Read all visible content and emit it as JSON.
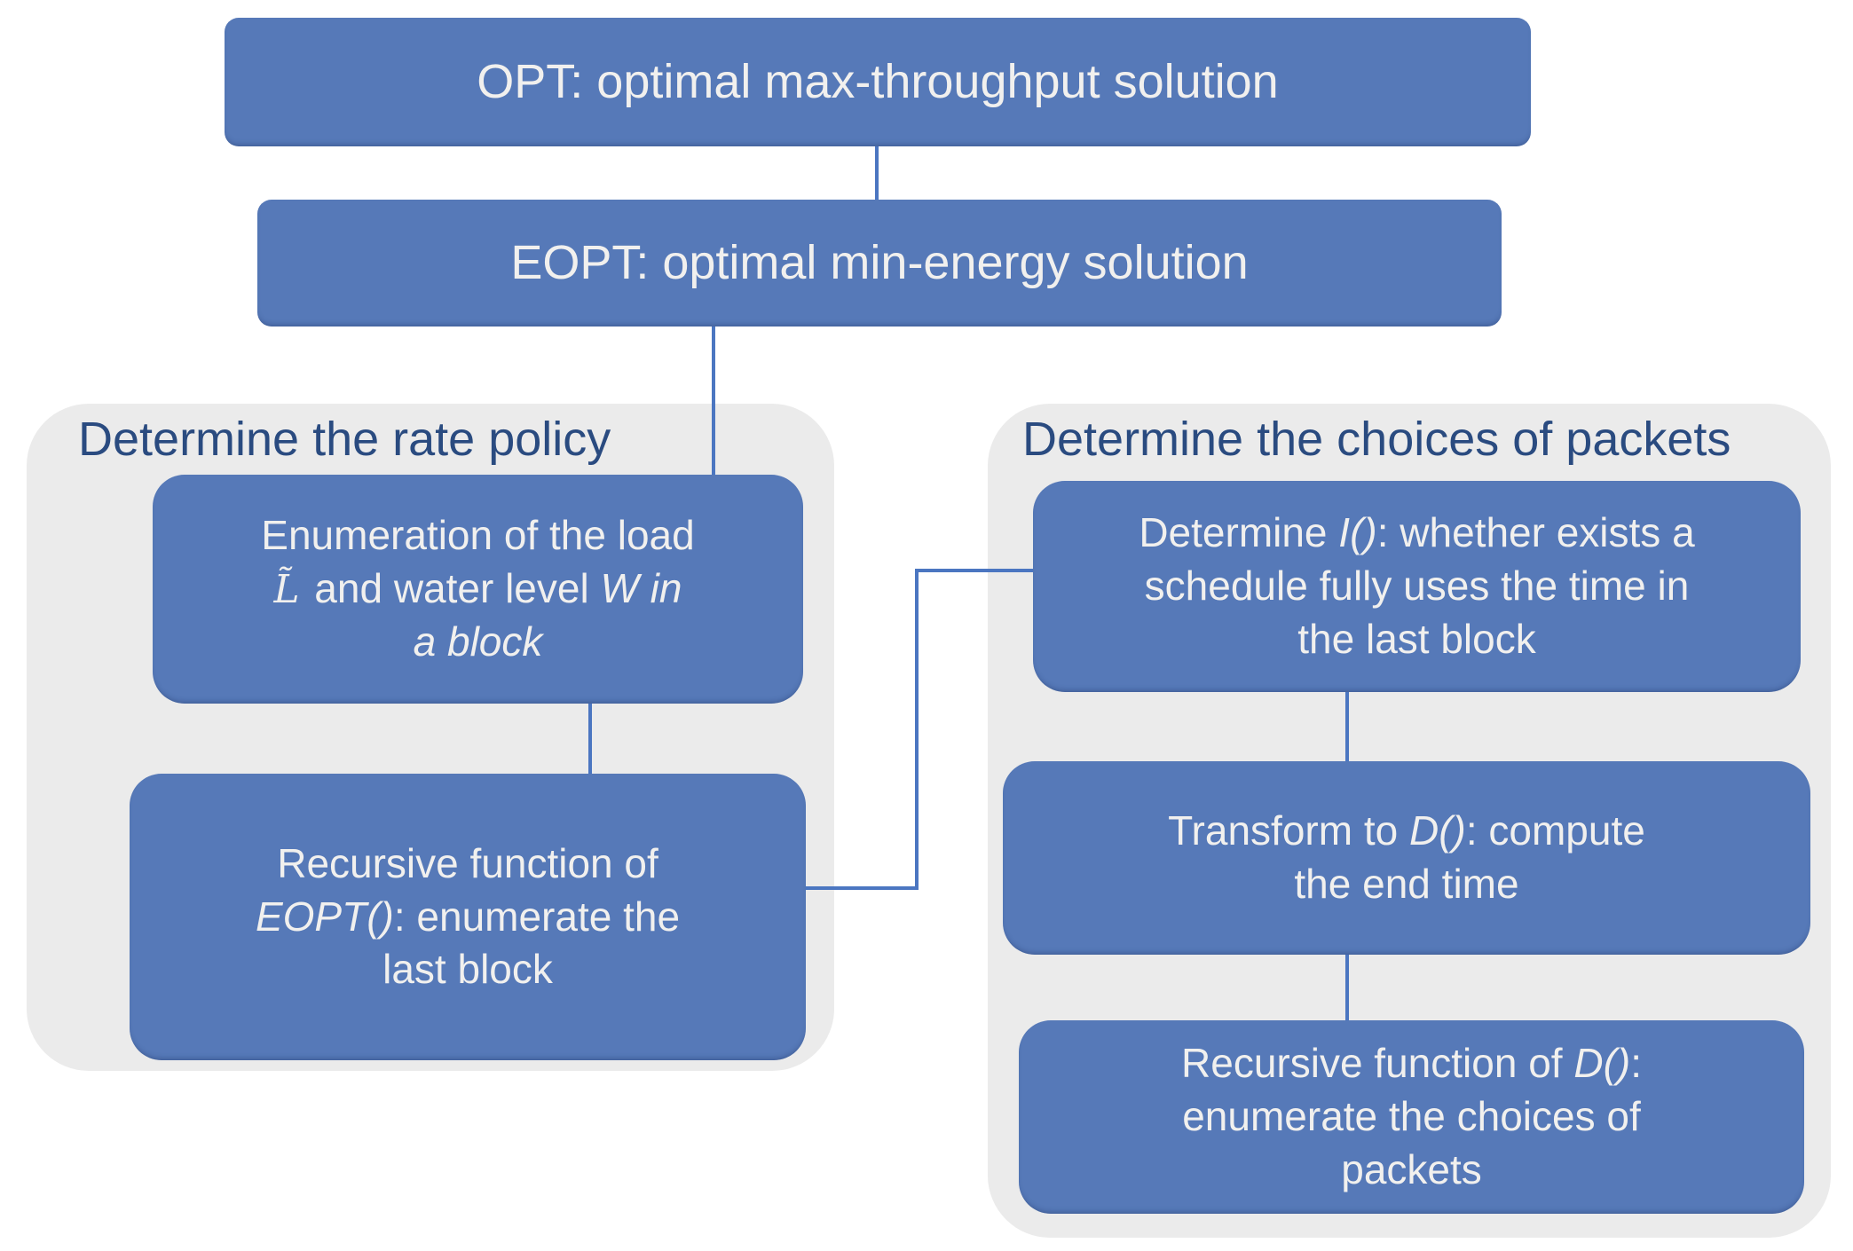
{
  "diagram": {
    "groups": {
      "left": {
        "title": "Determine the rate policy"
      },
      "right": {
        "title": "Determine the choices of packets"
      }
    },
    "nodes": {
      "opt": {
        "label": "OPT: optimal max-throughput solution"
      },
      "eopt": {
        "label": "EOPT: optimal min-energy solution"
      },
      "enumeration": {
        "parts": [
          {
            "text": "Enumeration of the load "
          },
          {
            "text": "L̃",
            "math": true
          },
          {
            "text": " and water level "
          },
          {
            "text": "W in",
            "italic": true
          },
          {
            "text": "a block",
            "italic": true
          }
        ]
      },
      "recursive_eopt": {
        "parts": [
          {
            "text": "Recursive function of "
          },
          {
            "text": "EOPT()",
            "italic": true
          },
          {
            "text": ": enumerate the last block"
          }
        ]
      },
      "determine_i": {
        "parts": [
          {
            "text": "Determine "
          },
          {
            "text": "I()",
            "italic": true
          },
          {
            "text": ": whether exists a schedule fully uses the time in the last block"
          }
        ]
      },
      "transform_d": {
        "parts": [
          {
            "text": "Transform to "
          },
          {
            "text": "D()",
            "italic": true
          },
          {
            "text": ": compute the end time"
          }
        ]
      },
      "recursive_d": {
        "parts": [
          {
            "text": "Recursive function of "
          },
          {
            "text": "D()",
            "italic": true
          },
          {
            "text": ": enumerate the choices of packets"
          }
        ]
      }
    },
    "colors": {
      "box_fill": "#5679b8",
      "box_text": "#f1f0ee",
      "group_fill": "#ebebeb",
      "group_title": "#2a4b80",
      "connector": "#4b76c1",
      "background": "#ffffff"
    }
  }
}
